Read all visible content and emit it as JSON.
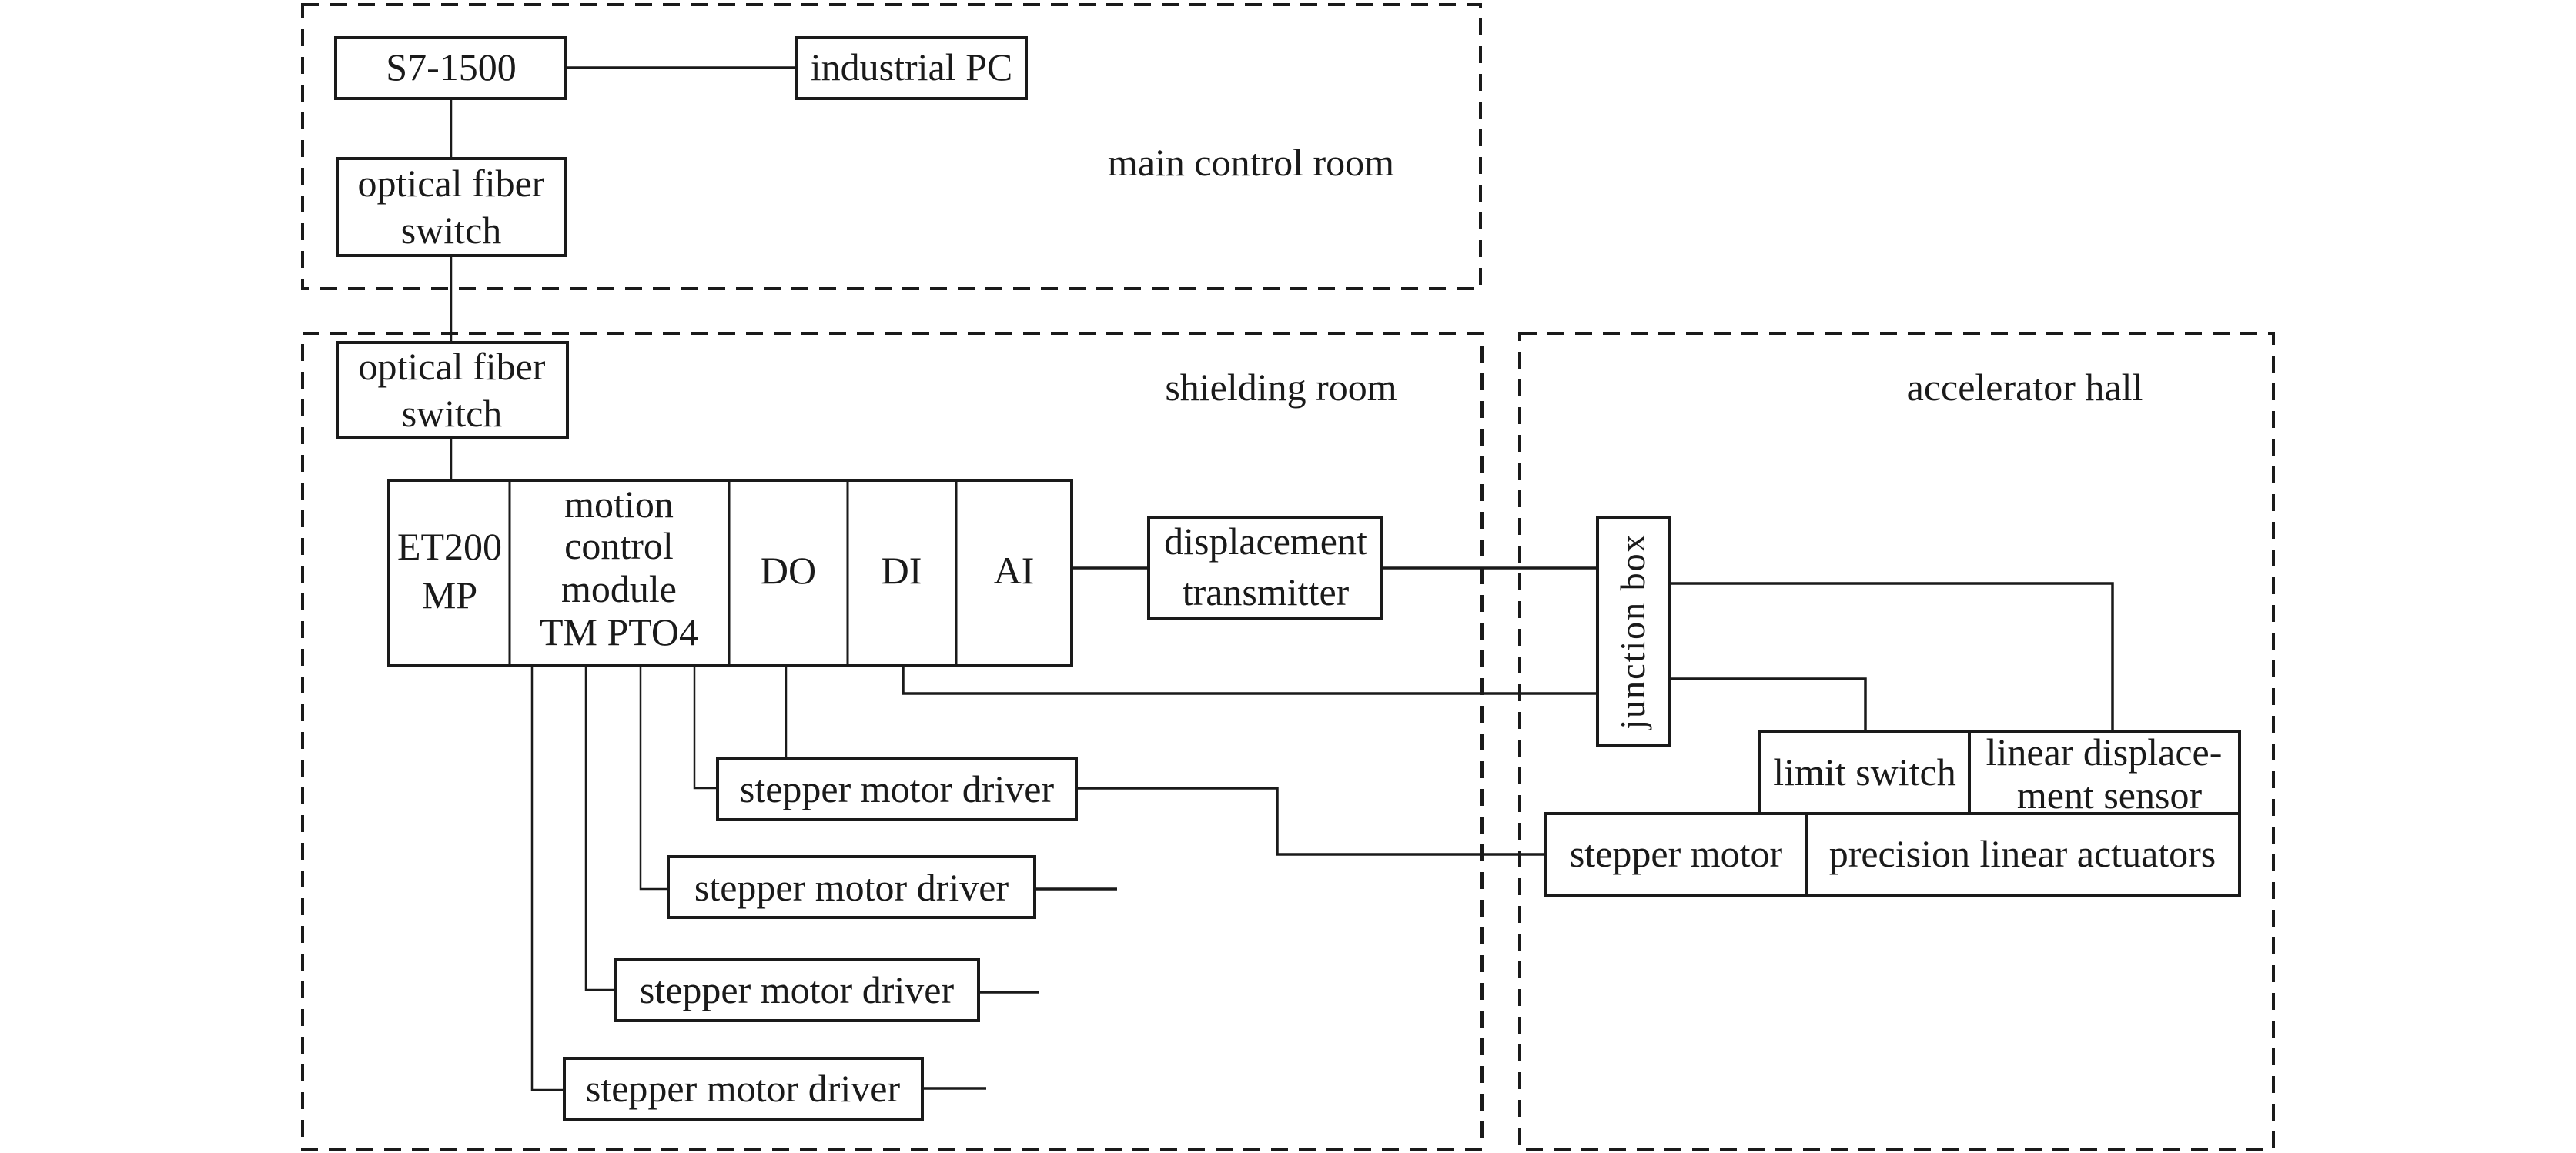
{
  "diagram": {
    "zones": {
      "main_control_room": "main control room",
      "shielding_room": "shielding room",
      "accelerator_hall": "accelerator hall"
    },
    "main_control_room": {
      "plc": "S7-1500",
      "industrial_pc": "industrial PC",
      "optical_fiber_switch": [
        "optical fiber",
        "switch"
      ]
    },
    "shielding_room": {
      "optical_fiber_switch": [
        "optical fiber",
        "switch"
      ],
      "io_rack": {
        "et200mp": [
          "ET200",
          "MP"
        ],
        "motion_control_module": [
          "motion",
          "control",
          "module",
          "TM PTO4"
        ],
        "do": "DO",
        "di": "DI",
        "ai": "AI"
      },
      "displacement_transmitter": [
        "displacement",
        "transmitter"
      ],
      "stepper_motor_drivers": [
        "stepper motor driver",
        "stepper motor driver",
        "stepper motor driver",
        "stepper motor driver"
      ]
    },
    "accelerator_hall": {
      "junction_box": "junction box",
      "limit_switch": "limit switch",
      "linear_displacement_sensor": [
        "linear displace-",
        "ment sensor"
      ],
      "stepper_motor": "stepper motor",
      "precision_linear_actuators": "precision linear actuators"
    },
    "connections": [
      [
        "S7-1500",
        "industrial PC"
      ],
      [
        "S7-1500",
        "optical fiber switch (main control room)"
      ],
      [
        "optical fiber switch (main control room)",
        "optical fiber switch (shielding room)"
      ],
      [
        "optical fiber switch (shielding room)",
        "ET200 MP"
      ],
      [
        "AI",
        "displacement transmitter"
      ],
      [
        "displacement transmitter",
        "junction box"
      ],
      [
        "DI",
        "junction box"
      ],
      [
        "junction box",
        "limit switch"
      ],
      [
        "junction box",
        "linear displacement sensor"
      ],
      [
        "TM PTO4",
        "stepper motor driver 1"
      ],
      [
        "TM PTO4",
        "stepper motor driver 2"
      ],
      [
        "TM PTO4",
        "stepper motor driver 3"
      ],
      [
        "TM PTO4",
        "stepper motor driver 4"
      ],
      [
        "DO",
        "stepper motor driver 1"
      ],
      [
        "stepper motor driver 1",
        "stepper motor"
      ]
    ]
  }
}
